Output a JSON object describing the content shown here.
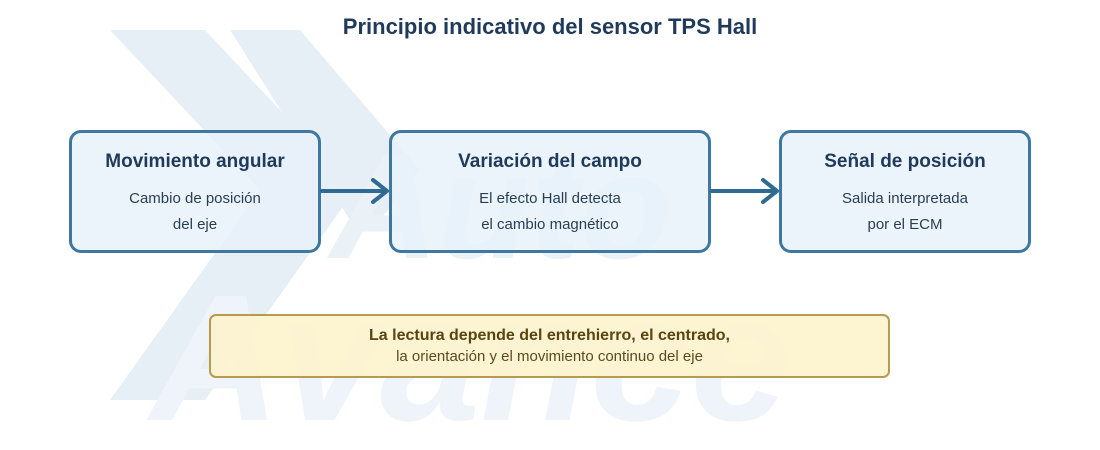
{
  "title": "Principio indicativo del sensor TPS Hall",
  "watermark": {
    "line1": "Auto",
    "line2": "Avance"
  },
  "steps": [
    {
      "title": "Movimiento angular",
      "lines": [
        "Cambio de posición",
        "del eje"
      ]
    },
    {
      "title": "Variación del campo",
      "lines": [
        "El efecto Hall detecta",
        "el cambio magnético"
      ]
    },
    {
      "title": "Señal de posición",
      "lines": [
        "Salida interpretada",
        "por el ECM"
      ]
    }
  ],
  "note": {
    "line1": "La lectura depende del entrehierro, el centrado,",
    "line2": "la orientación y el movimiento continuo del eje"
  },
  "colors": {
    "box_border": "#3e779f",
    "box_fill": "#e8f2fa",
    "title_text": "#1f3a5a",
    "arrow": "#2f6a93",
    "note_border": "#b79a4e",
    "note_fill": "#fdf3cd",
    "note_text": "#5a4410",
    "watermark": "#e4edf5"
  }
}
